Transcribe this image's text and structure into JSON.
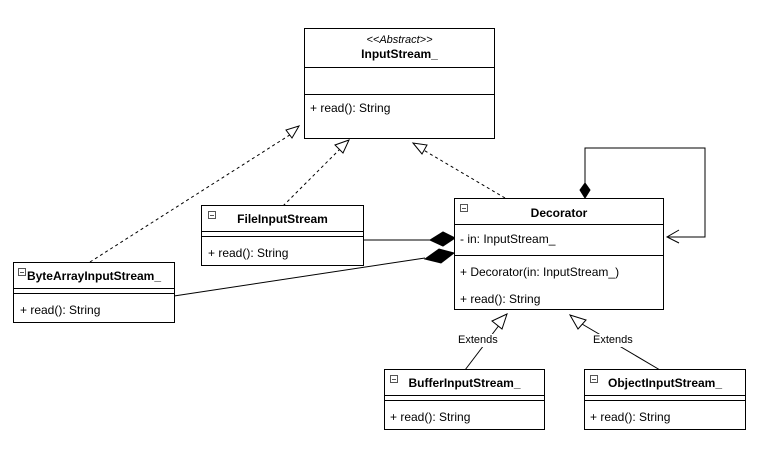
{
  "classes": {
    "input_stream": {
      "stereotype": "<<Abstract>>",
      "name": "InputStream_",
      "operations": [
        "+ read(): String"
      ]
    },
    "file_input_stream": {
      "name": "FileInputStream",
      "operations": [
        "+ read(): String"
      ]
    },
    "byte_array_input_stream": {
      "name": "ByteArrayInputStream_",
      "operations": [
        "+ read(): String"
      ]
    },
    "decorator": {
      "name": "Decorator",
      "attributes": [
        "- in: InputStream_"
      ],
      "operations": [
        "+ Decorator(in: InputStream_)",
        "+ read(): String"
      ]
    },
    "buffer_input_stream": {
      "name": "BufferInputStream_",
      "operations": [
        "+ read(): String"
      ]
    },
    "object_input_stream": {
      "name": "ObjectInputStream_",
      "operations": [
        "+ read(): String"
      ]
    }
  },
  "edges": {
    "extends_label_left": "Extends",
    "extends_label_right": "Extends"
  }
}
